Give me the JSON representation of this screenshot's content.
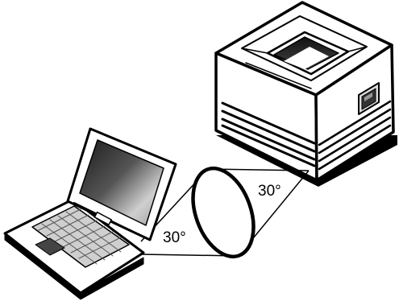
{
  "diagram": {
    "labels": {
      "angle_left": "30°",
      "angle_right": "30°"
    },
    "devices": [
      {
        "name": "laptop",
        "icon": "laptop-icon"
      },
      {
        "name": "printer",
        "icon": "printer-icon"
      }
    ],
    "colors": {
      "line": "#000000",
      "fill": "#ffffff",
      "screen_dark": "#2b2b2b",
      "screen_light": "#b8b8b8",
      "keyboard": "#d0d0d0"
    }
  }
}
